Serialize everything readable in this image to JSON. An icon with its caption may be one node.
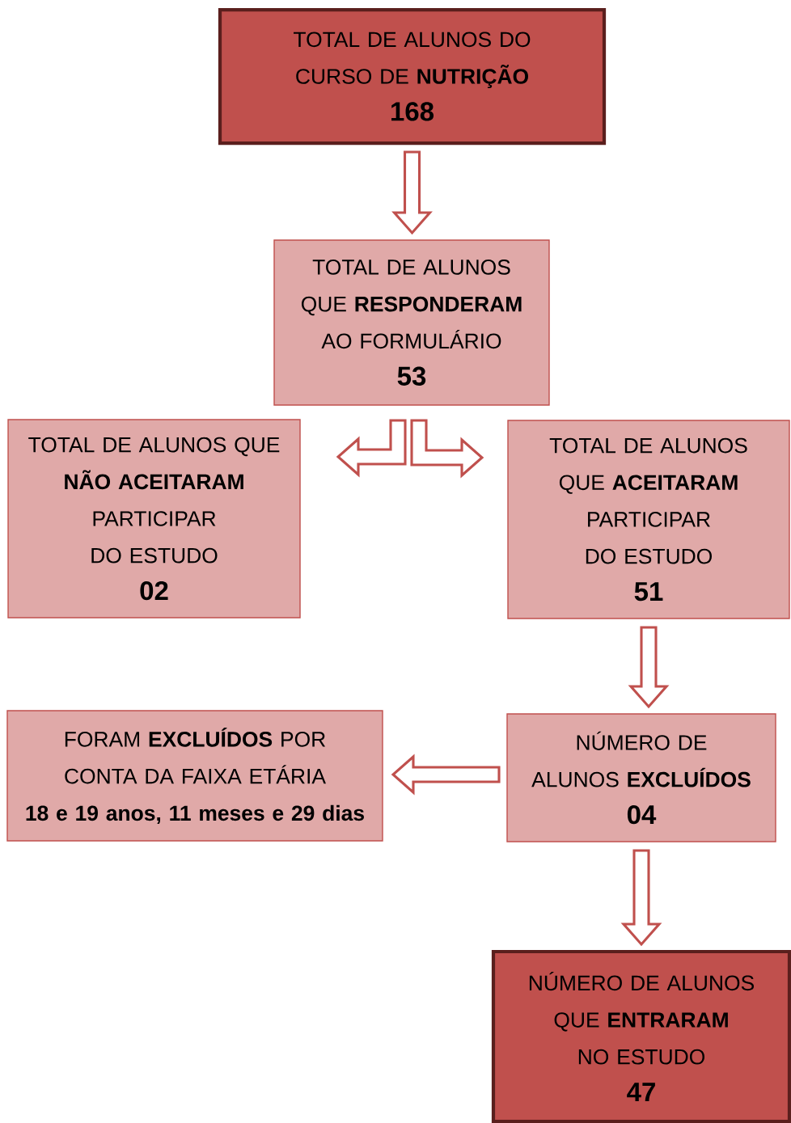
{
  "diagram": {
    "nodes": [
      {
        "text": [
          "TOTAL DE ALUNOS DO CURSO DE **NUTRIÇÃO**",
          "168"
        ]
      },
      {
        "text": [
          "TOTAL DE ALUNOS QUE **RESPONDERAM** AO FORMULÁRIO",
          "53"
        ]
      },
      {
        "text": [
          "TOTAL DE ALUNOS QUE **NÃO ACEITARAM** PARTICIPAR DO ESTUDO",
          "02"
        ]
      },
      {
        "text": [
          "TOTAL DE ALUNOS QUE **ACEITARAM** PARTICIPAR DO ESTUDO",
          "51"
        ]
      },
      {
        "text": [
          "FORAM **EXCLUÍDOS** POR CONTA DA FAIXA ETÁRIA",
          "18 e 19 anos, 11 meses e 29 dias"
        ]
      },
      {
        "text": [
          "NÚMERO DE ALUNOS **EXCLUÍDOS**",
          "04"
        ]
      },
      {
        "text": [
          "NÚMERO DE ALUNOS QUE **ENTRARAM** NO ESTUDO",
          "47"
        ]
      }
    ],
    "edges": [
      {
        "from": 0,
        "to": 1,
        "arrow": "to"
      },
      {
        "from": 1,
        "to": 2,
        "arrow": "to"
      },
      {
        "from": 1,
        "to": 3,
        "arrow": "to"
      },
      {
        "from": 3,
        "to": 5,
        "arrow": "to"
      },
      {
        "from": 5,
        "to": 4,
        "arrow": "to"
      },
      {
        "from": 5,
        "to": 6,
        "arrow": "to"
      }
    ]
  }
}
